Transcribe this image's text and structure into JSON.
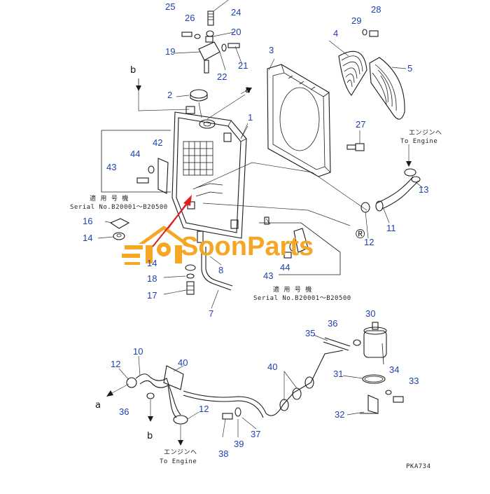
{
  "colors": {
    "callout": "#1f3fb0",
    "linework": "#1a1a1a",
    "watermark": "#f5a623",
    "arrow": "#e02020"
  },
  "watermark": {
    "text": "SoonParts",
    "registered": "®",
    "logo_icon": "soonparts-logo-icon"
  },
  "notes": {
    "applicable_label_1": "適 用 号 機",
    "serial_1": "Serial No.B20001～B20500",
    "applicable_label_2": "適 用 号 機",
    "serial_2": "Serial No.B20001～B20500",
    "to_engine_upper_jp": "エンジンへ",
    "to_engine_upper_en": "To Engine",
    "to_engine_lower_jp": "エンジンへ",
    "to_engine_lower_en": "To Engine"
  },
  "refs": {
    "a_top": "a",
    "b_top": "b",
    "a_bottom": "a",
    "b_bottom": "b"
  },
  "drawing_code": "PKA734",
  "callouts": [
    {
      "id": "c1",
      "label": "1"
    },
    {
      "id": "c2",
      "label": "2"
    },
    {
      "id": "c3",
      "label": "3"
    },
    {
      "id": "c4",
      "label": "4"
    },
    {
      "id": "c5",
      "label": "5"
    },
    {
      "id": "c7",
      "label": "7"
    },
    {
      "id": "c8",
      "label": "8"
    },
    {
      "id": "c10",
      "label": "10"
    },
    {
      "id": "c11",
      "label": "11"
    },
    {
      "id": "c12a",
      "label": "12"
    },
    {
      "id": "c12b",
      "label": "12"
    },
    {
      "id": "c12c",
      "label": "12"
    },
    {
      "id": "c13",
      "label": "13"
    },
    {
      "id": "c14a",
      "label": "14"
    },
    {
      "id": "c14b",
      "label": "14"
    },
    {
      "id": "c16",
      "label": "16"
    },
    {
      "id": "c17",
      "label": "17"
    },
    {
      "id": "c18",
      "label": "18"
    },
    {
      "id": "c19",
      "label": "19"
    },
    {
      "id": "c20",
      "label": "20"
    },
    {
      "id": "c21",
      "label": "21"
    },
    {
      "id": "c22",
      "label": "22"
    },
    {
      "id": "c24",
      "label": "24"
    },
    {
      "id": "c25",
      "label": "25"
    },
    {
      "id": "c26",
      "label": "26"
    },
    {
      "id": "c27",
      "label": "27"
    },
    {
      "id": "c28",
      "label": "28"
    },
    {
      "id": "c29",
      "label": "29"
    },
    {
      "id": "c30",
      "label": "30"
    },
    {
      "id": "c31",
      "label": "31"
    },
    {
      "id": "c32",
      "label": "32"
    },
    {
      "id": "c33",
      "label": "33"
    },
    {
      "id": "c34",
      "label": "34"
    },
    {
      "id": "c35",
      "label": "35"
    },
    {
      "id": "c36a",
      "label": "36"
    },
    {
      "id": "c36b",
      "label": "36"
    },
    {
      "id": "c37",
      "label": "37"
    },
    {
      "id": "c38",
      "label": "38"
    },
    {
      "id": "c39",
      "label": "39"
    },
    {
      "id": "c40a",
      "label": "40"
    },
    {
      "id": "c40b",
      "label": "40"
    },
    {
      "id": "c42",
      "label": "42"
    },
    {
      "id": "c43a",
      "label": "43"
    },
    {
      "id": "c43b",
      "label": "43"
    },
    {
      "id": "c44a",
      "label": "44"
    },
    {
      "id": "c44b",
      "label": "44"
    }
  ]
}
